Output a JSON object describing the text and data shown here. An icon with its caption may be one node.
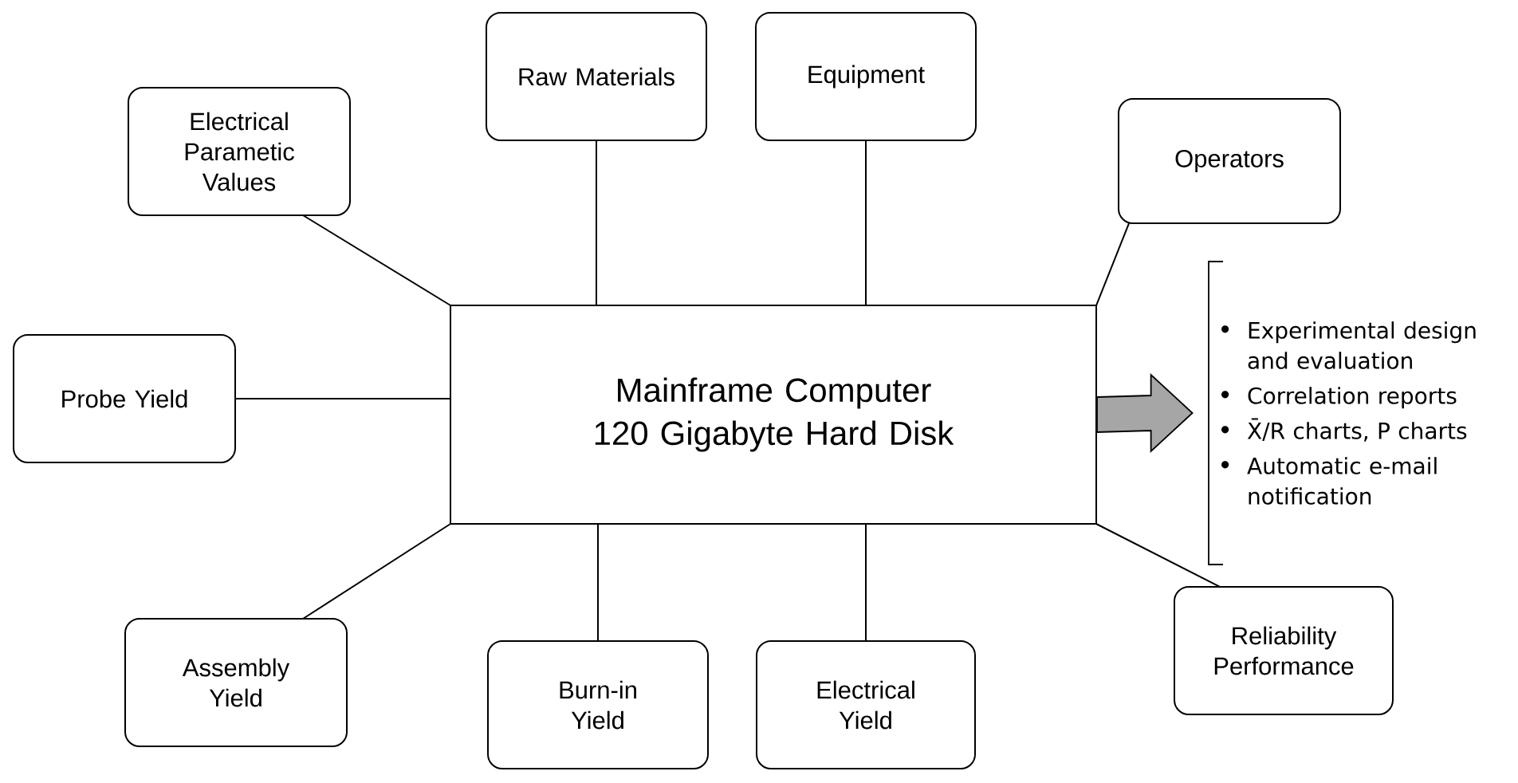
{
  "diagram": {
    "nodes": [
      {
        "text": [
          "Raw Materials"
        ]
      },
      {
        "text": [
          "Equipment"
        ]
      },
      {
        "text": [
          "Electrical Parametic Values"
        ]
      },
      {
        "text": [
          "Operators"
        ]
      },
      {
        "text": [
          "Mainframe Computer",
          "120 Gigabyte Hard Disk"
        ]
      },
      {
        "text": [
          "Probe Yield"
        ]
      },
      {
        "text": [
          "Experimental design and evaluation",
          "Correlation reports",
          "X̄/R charts, P charts",
          "Automatic e-mail notification"
        ]
      },
      {
        "text": [
          "Assembly Yield"
        ]
      },
      {
        "text": [
          "Reliability Performance"
        ]
      },
      {
        "text": [
          "Burn-in Yield"
        ]
      },
      {
        "text": [
          "Electrical Yield"
        ]
      }
    ],
    "edges": [
      {
        "from": 0,
        "to": 4,
        "arrow": "none"
      },
      {
        "from": 1,
        "to": 4,
        "arrow": "none"
      },
      {
        "from": 2,
        "to": 4,
        "arrow": "none"
      },
      {
        "from": 3,
        "to": 4,
        "arrow": "none"
      },
      {
        "from": 5,
        "to": 4,
        "arrow": "none"
      },
      {
        "from": 4,
        "to": 6,
        "arrow": "to",
        "style": "thick"
      },
      {
        "from": 7,
        "to": 4,
        "arrow": "none"
      },
      {
        "from": 8,
        "to": 4,
        "arrow": "none"
      },
      {
        "from": 9,
        "to": 4,
        "arrow": "none"
      },
      {
        "from": 10,
        "to": 4,
        "arrow": "none"
      }
    ]
  }
}
